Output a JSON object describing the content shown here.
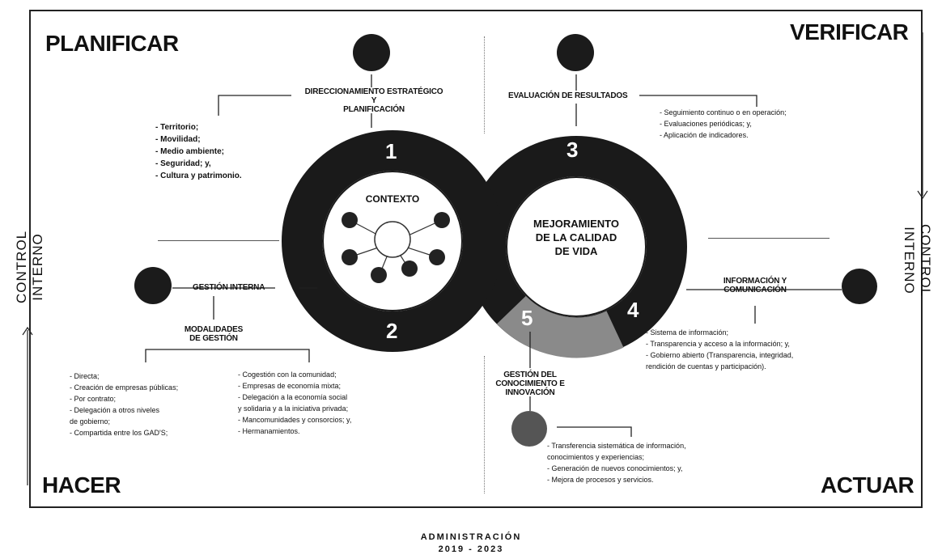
{
  "corners": {
    "planificar": "PLANIFICAR",
    "verificar": "VERIFICAR",
    "hacer": "HACER",
    "actuar": "ACTUAR"
  },
  "side_left": {
    "line1": "CONTROL",
    "line2": "INTERNO"
  },
  "side_right": {
    "line1": "CONTROL",
    "line2": "INTERNO"
  },
  "direccionamiento": {
    "header": [
      "DIRECCIONAMIENTO ESTRATÉGICO",
      "Y",
      "PLANIFICACIÓN"
    ],
    "items": [
      "- Territorio;",
      "- Movilidad;",
      "- Medio ambiente;",
      "- Seguridad; y,",
      "- Cultura y patrimonio."
    ]
  },
  "evaluacion": {
    "header": "EVALUACIÓN DE RESULTADOS",
    "items": [
      "- Seguimiento continuo o en operación;",
      "- Evaluaciones periódicas; y,",
      "- Aplicación de indicadores."
    ]
  },
  "gestion_interna": {
    "header": "GESTIÓN INTERNA"
  },
  "modalidades": {
    "header": [
      "MODALIDADES",
      "DE GESTIÓN"
    ],
    "left_items": [
      "- Directa;",
      "- Creación de empresas públicas;",
      "- Por contrato;",
      "- Delegación a otros niveles",
      "  de gobierno;",
      "- Compartida entre los GAD'S;"
    ],
    "right_items": [
      "- Cogestión con la comunidad;",
      "- Empresas de economía mixta;",
      "- Delegación a la economía social",
      "  y solidaria y a la iniciativa privada;",
      "- Mancomunidades y consorcios; y,",
      "- Hermanamientos."
    ]
  },
  "informacion": {
    "header": [
      "INFORMACIÓN Y",
      "COMUNICACIÓN"
    ],
    "items": [
      "- Sistema de información;",
      "- Transparencia y acceso a la información; y,",
      "- Gobierno abierto (Transparencia, integridad,",
      "  rendición de cuentas y participación)."
    ]
  },
  "conocimiento": {
    "header": [
      "GESTIÓN DEL",
      "CONOCIMIENTO E",
      "INNOVACIÓN"
    ],
    "items": [
      "- Transferencia sistemática de información,",
      "  conocimientos y experiencias;",
      "- Generación de nuevos conocimientos; y,",
      "- Mejora de procesos y servicios."
    ]
  },
  "ring_left": {
    "number": "1",
    "number2": "2",
    "center": "CONTEXTO"
  },
  "ring_right": {
    "number": "3",
    "number2": "4",
    "number3": "5",
    "center": [
      "MEJORAMIENTO",
      "DE LA CALIDAD",
      "DE VIDA"
    ]
  },
  "footer": {
    "line1": "ADMINISTRACIÓN",
    "line2": "2019 - 2023"
  }
}
